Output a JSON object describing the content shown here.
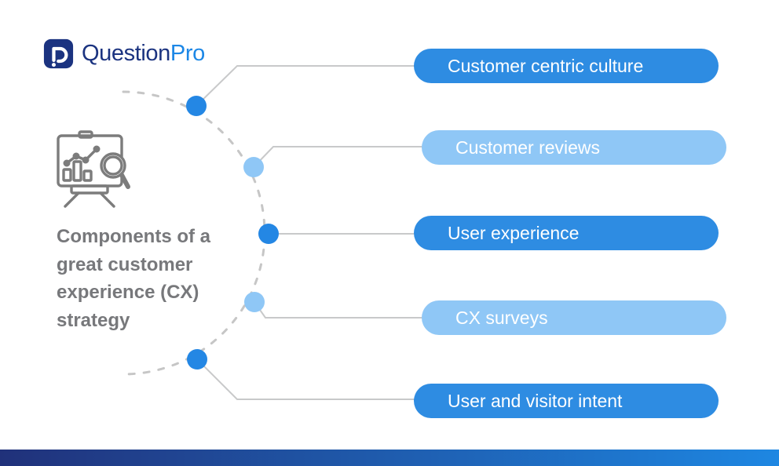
{
  "brand": {
    "name_primary": "Question",
    "name_secondary": "Pro",
    "logo_icon": "questionpro-p-icon",
    "navy_color": "#1B3380",
    "blue_color": "#1C87E6"
  },
  "title": {
    "text": "Components of a great customer experience (CX) strategy",
    "lines": [
      "Components of a",
      "great customer",
      "experience (CX)",
      "strategy"
    ]
  },
  "diagram": {
    "icon": "analytics-presentation-magnifier-icon",
    "items": [
      {
        "label": "Customer centric culture",
        "tone": "dark"
      },
      {
        "label": "Customer reviews",
        "tone": "light"
      },
      {
        "label": "User experience",
        "tone": "dark"
      },
      {
        "label": "CX surveys",
        "tone": "light"
      },
      {
        "label": "User and visitor intent",
        "tone": "dark"
      }
    ],
    "colors": {
      "pill_dark": "#2E8CE2",
      "pill_light": "#8FC7F6",
      "node_dark": "#2487E4",
      "node_light": "#8FC7F6",
      "connector": "#C8C9CA",
      "dotted_arc": "#C6C6C6",
      "title_gray": "#77787B",
      "icon_gray": "#7C7C7C"
    }
  },
  "footer_bar": {
    "gradient_left": "#20317A",
    "gradient_right": "#1E87E2"
  }
}
